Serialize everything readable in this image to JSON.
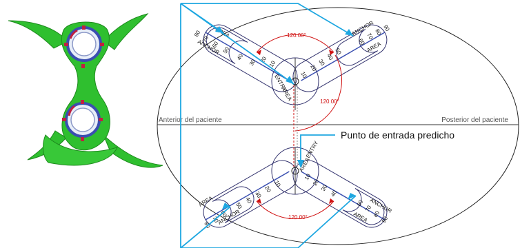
{
  "labels": {
    "anterior": "Anterior del paciente",
    "posterior": "Posterior del paciente",
    "predicted_entry": "Punto de entrada predicho"
  },
  "angles": [
    "120.00°",
    "120.00°",
    "120.00°"
  ],
  "arm_words": {
    "anchor": "ANCHOR",
    "area": "AREA",
    "entry": "ENTRY",
    "area_short": "AREA"
  },
  "scale_ticks": [
    "10",
    "20",
    "30",
    "40",
    "50",
    "60",
    "70",
    "80",
    "90"
  ],
  "colors": {
    "guide_outline": "#33336e",
    "arrow": "#1ea7e1",
    "angle": "#d01010",
    "model_green": "#2fbf2f",
    "ring_blue": "#3a4fb0"
  }
}
